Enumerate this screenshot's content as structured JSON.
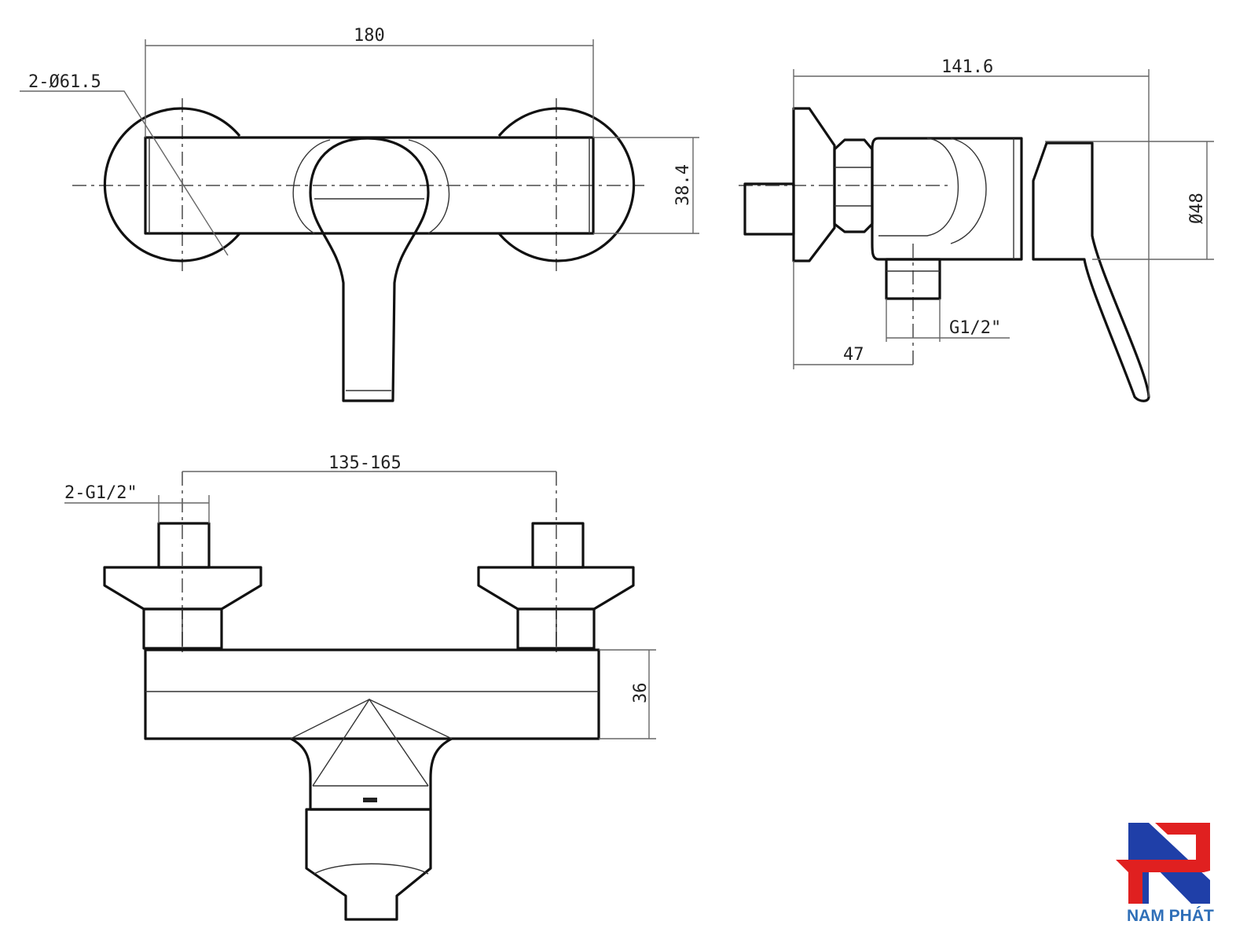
{
  "dimensions": {
    "front_width": "180",
    "flange_diameter": "2-Ø61.5",
    "body_height_front": "38.4",
    "side_depth": "141.6",
    "handle_diameter": "Ø48",
    "outlet_thread": "G1/2\"",
    "outlet_offset": "47",
    "inlet_spacing": "135-165",
    "inlet_thread": "2-G1/2\"",
    "body_height_bottom": "36"
  },
  "logo": {
    "name": "NAM PHÁT",
    "colors": {
      "blue": "#1f3fa8",
      "red": "#e02020",
      "text": "#2f6fb8"
    }
  }
}
